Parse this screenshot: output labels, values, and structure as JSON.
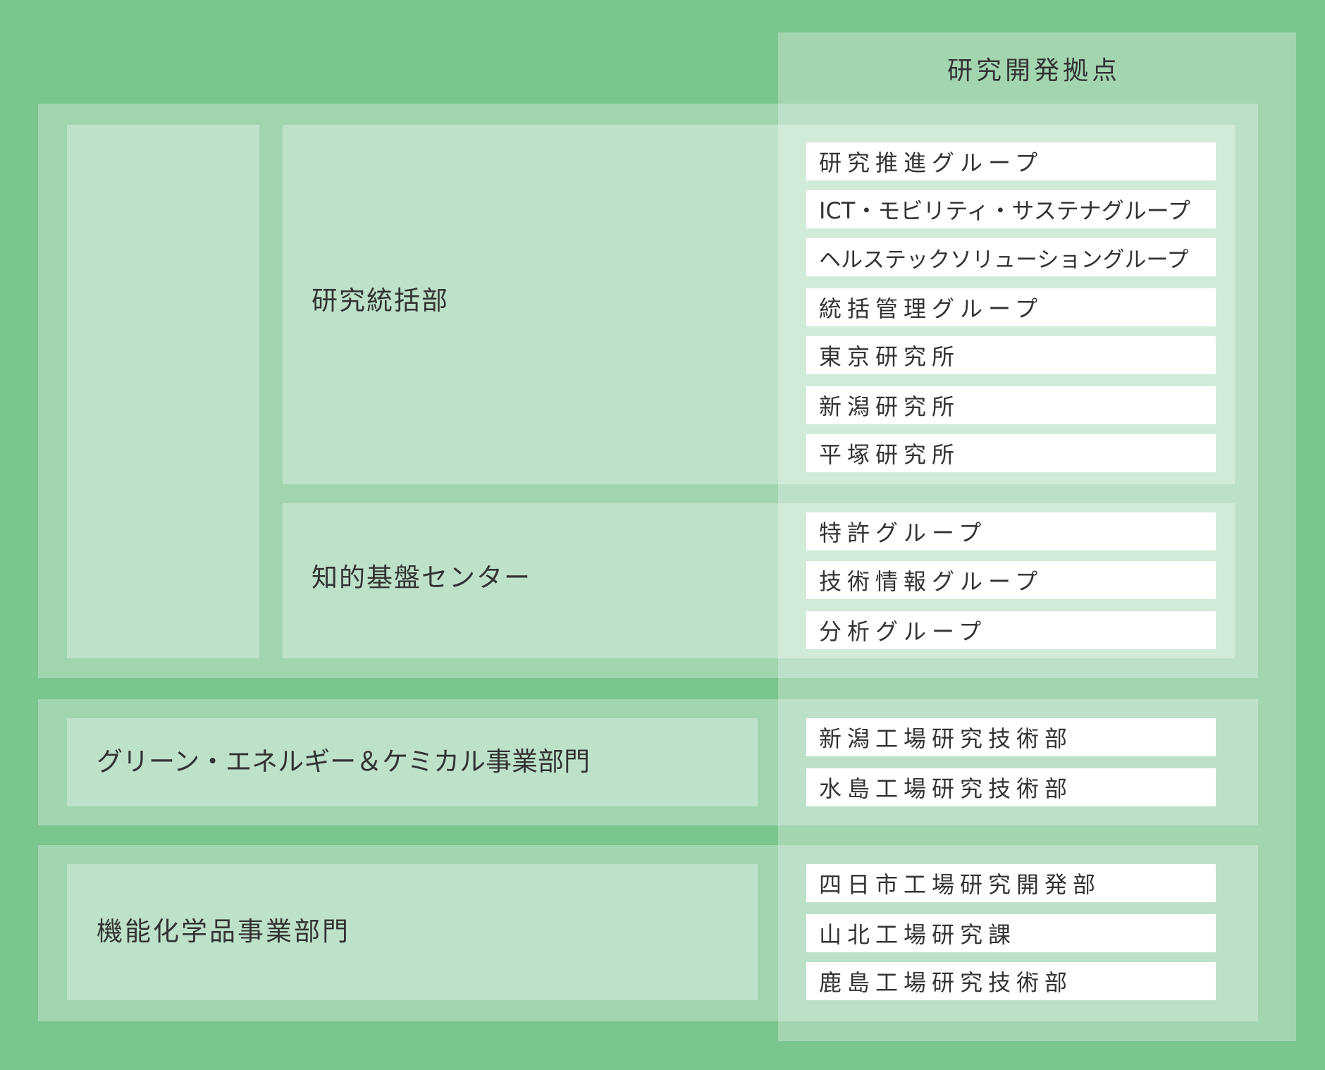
{
  "colors": {
    "background": "#7bc58e",
    "section_box": "#a1d5b0",
    "inner_box": "#bee2c9",
    "panel_overlay": "rgba(255,255,255,0.3)",
    "item_box": "#ffffff",
    "text": "#333333"
  },
  "panel": {
    "title": "研究開発拠点"
  },
  "sections": [
    {
      "name": "corporate",
      "left_column_label": "",
      "departments": [
        {
          "label": "研究統括部",
          "items": [
            "研究推進グループ",
            "ICT・モビリティ・サステナグループ",
            "ヘルステックソリューショングループ",
            "統括管理グループ",
            "東京研究所",
            "新潟研究所",
            "平塚研究所"
          ]
        },
        {
          "label": "知的基盤センター",
          "items": [
            "特許グループ",
            "技術情報グループ",
            "分析グループ"
          ]
        }
      ]
    },
    {
      "name": "green-energy-chemical",
      "label": "グリーン・エネルギー＆ケミカル事業部門",
      "items": [
        "新潟工場研究技術部",
        "水島工場研究技術部"
      ]
    },
    {
      "name": "specialty-chemicals",
      "label": "機能化学品事業部門",
      "items": [
        "四日市工場研究開発部",
        "山北工場研究課",
        "鹿島工場研究技術部"
      ]
    }
  ]
}
